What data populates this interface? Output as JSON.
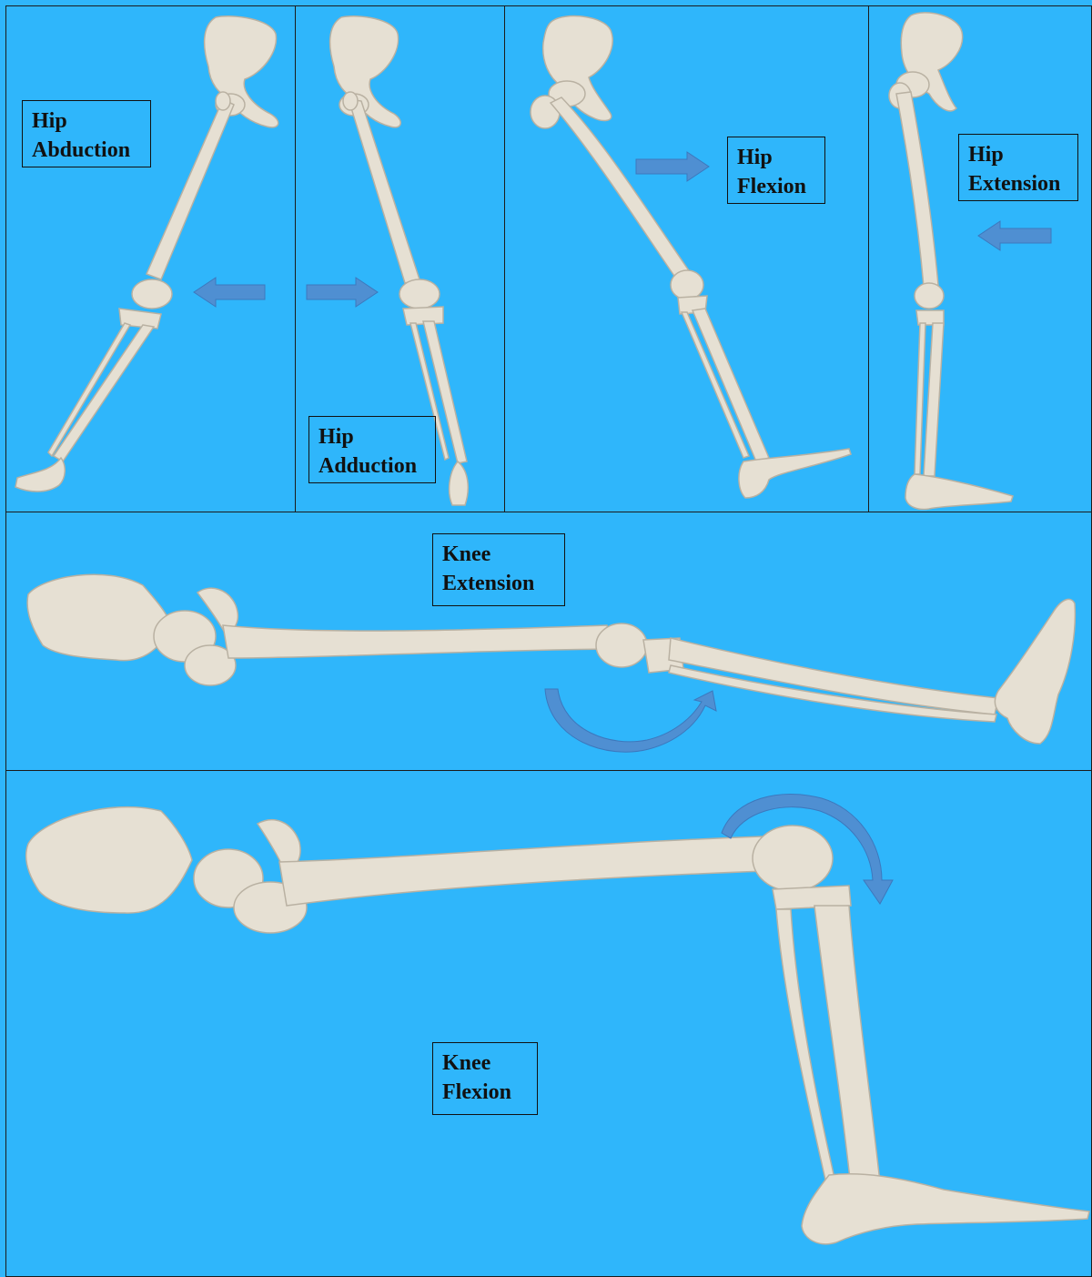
{
  "colors": {
    "background": "#2fb6fb",
    "bone": "#e6e0d3",
    "bone_shade": "#b9b1a2",
    "arrow": "#4f8fd2",
    "border": "#1b1b1b"
  },
  "panels": {
    "hip_abduction": {
      "line1": "Hip",
      "line2": "Abduction"
    },
    "hip_adduction": {
      "line1": "Hip",
      "line2": "Adduction"
    },
    "hip_flexion": {
      "line1": "Hip",
      "line2": "Flexion"
    },
    "hip_extension": {
      "line1": "Hip",
      "line2": "Extension"
    },
    "knee_extension": {
      "line1": "Knee",
      "line2": "Extension"
    },
    "knee_flexion": {
      "line1": "Knee",
      "line2": "Flexion"
    }
  },
  "arrows": {
    "hip_abduction": "arrow-left",
    "hip_adduction": "arrow-right",
    "hip_flexion": "arrow-right",
    "hip_extension": "arrow-left",
    "knee_extension": "curved-arrow-up",
    "knee_flexion": "curved-arrow-down"
  }
}
